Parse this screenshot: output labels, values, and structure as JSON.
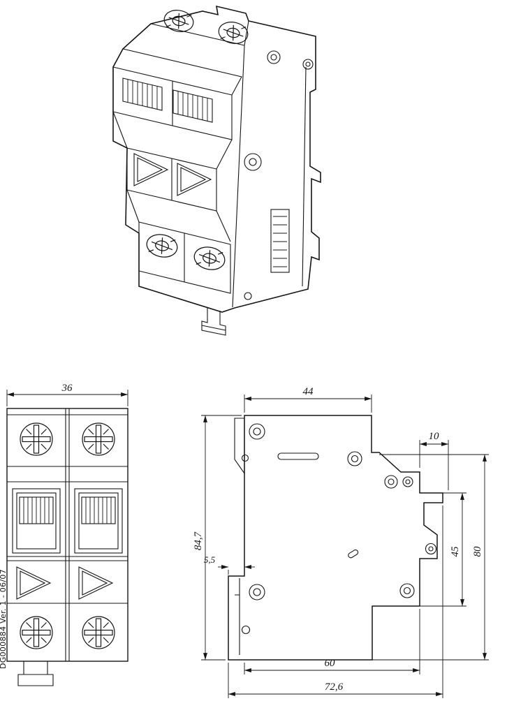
{
  "doc_ref": "DG000884 Ver. 1 - 06/07",
  "dimensions": {
    "front_width": "36",
    "side_top_width": "44",
    "side_hook_depth": "10",
    "side_height": "84,7",
    "side_foot_offset": "5,5",
    "side_din_recess": "45",
    "side_back_height": "80",
    "side_bottom_width": "60",
    "side_total_width": "72,6"
  },
  "colors": {
    "line": "#151515",
    "background": "#ffffff"
  }
}
